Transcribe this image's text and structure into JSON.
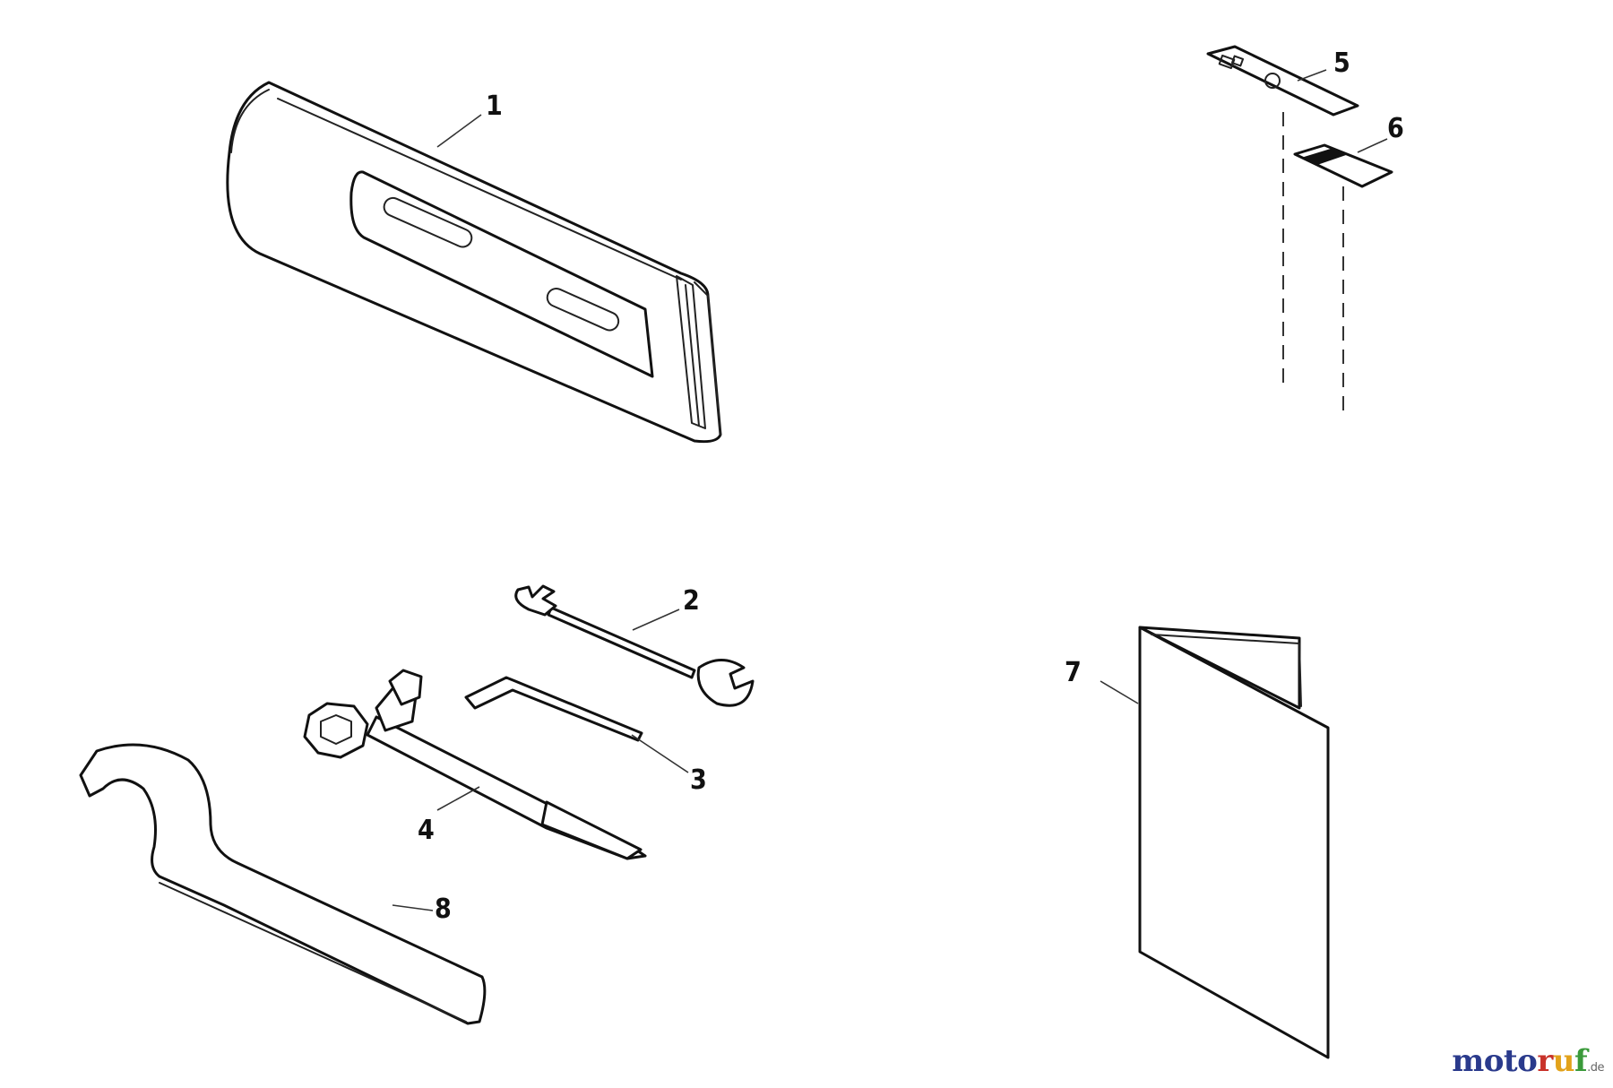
{
  "diagram": {
    "callouts": [
      "1",
      "2",
      "3",
      "4",
      "5",
      "6",
      "7",
      "8"
    ]
  },
  "watermark": {
    "letters": [
      {
        "ch": "m",
        "color": "#2a3a8c"
      },
      {
        "ch": "o",
        "color": "#2a3a8c"
      },
      {
        "ch": "t",
        "color": "#2a3a8c"
      },
      {
        "ch": "o",
        "color": "#2a3a8c"
      },
      {
        "ch": "r",
        "color": "#c8322a"
      },
      {
        "ch": "u",
        "color": "#e2a21b"
      },
      {
        "ch": "f",
        "color": "#3a9a3a"
      }
    ],
    "tld": ".de"
  }
}
